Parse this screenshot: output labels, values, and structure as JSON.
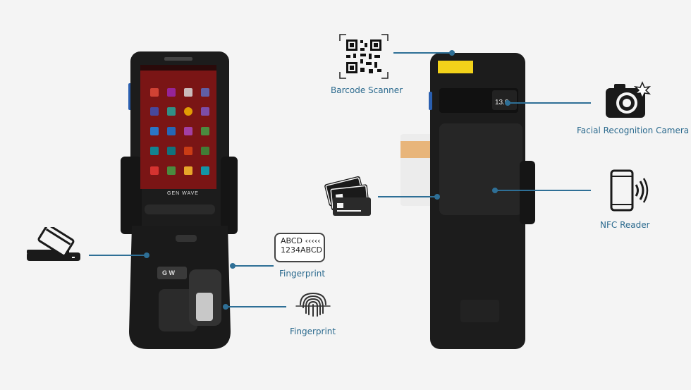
{
  "labels": {
    "barcode_scanner": "Barcode Scanner",
    "facial_recognition_camera": "Facial Recognition Camera",
    "nfc_reader": "NFC Reader",
    "fingerprint_1": "Fingerprint",
    "fingerprint_2": "Fingerprint"
  },
  "mrz_icon": {
    "line1": "ABCD ‹‹‹‹‹",
    "line2": "1234ABCD"
  },
  "device_front": {
    "brand_text": "GEN WAVE",
    "logo_text": "G W",
    "camera_readout": "13.0"
  },
  "colors": {
    "accent": "#2e6f96",
    "label_text": "#2b6a8e",
    "device_body": "#1c1c1c",
    "side_button": "#2a5fb0",
    "screen_bg": "#7a1515",
    "card_stripe": "#e8b57a",
    "warning_label": "#f2d21a"
  },
  "icons": [
    "qr-code-icon",
    "camera-icon",
    "nfc-phone-icon",
    "credit-cards-icon",
    "card-swipe-icon",
    "mrz-document-icon",
    "fingerprint-icon"
  ]
}
